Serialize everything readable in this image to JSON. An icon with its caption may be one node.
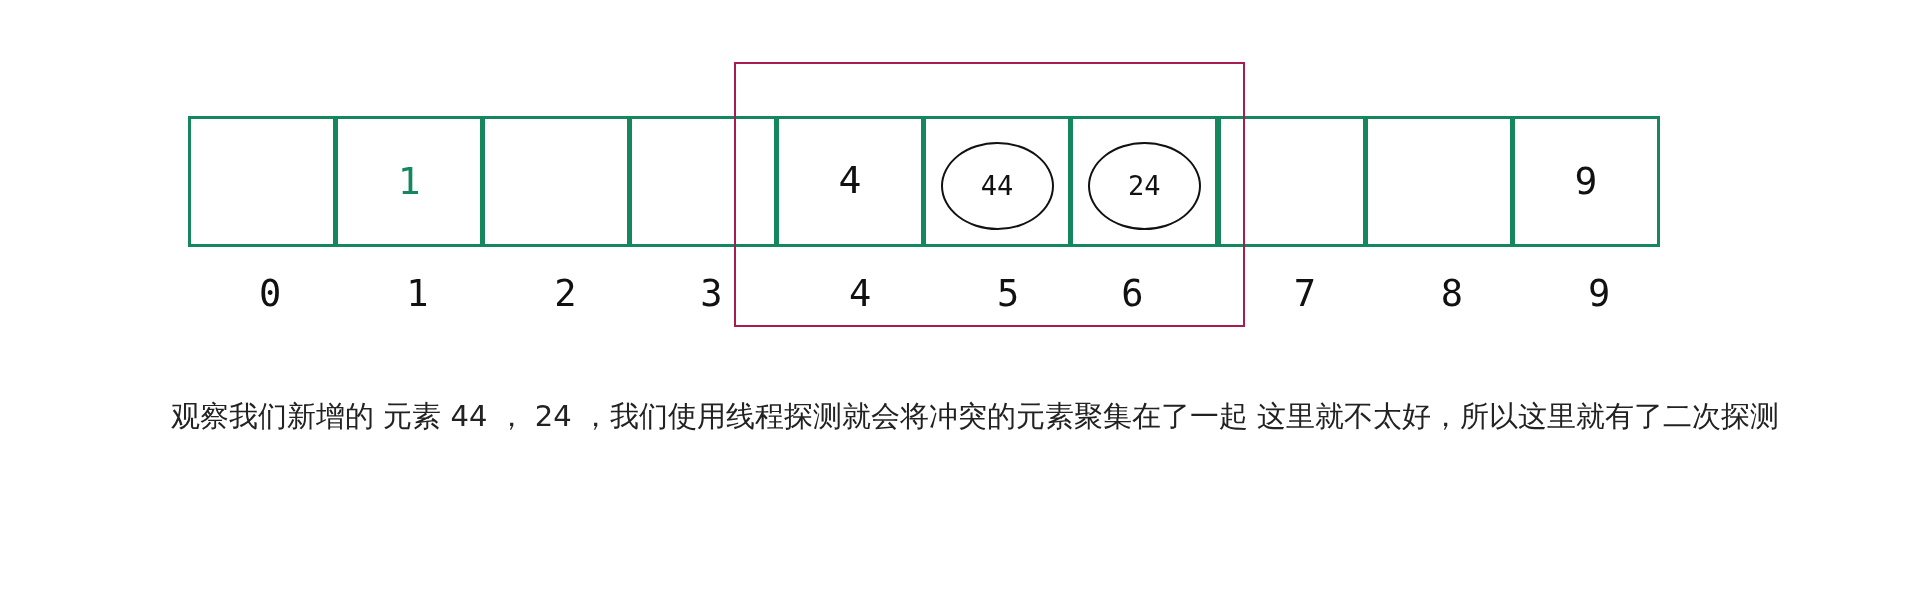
{
  "diagram": {
    "caption": "观察我们新增的 元素 44 ， 24 ，我们使用线程探测就会将冲突的元素聚集在了一起 这里就不太好，所以这里就有了二次探测",
    "nodes": [
      {
        "text": [],
        "shape": "box",
        "beside": [
          "0"
        ]
      },
      {
        "text": [
          "1"
        ],
        "beside": [
          "1"
        ]
      },
      {
        "text": [],
        "shape": "box",
        "beside": [
          "2"
        ]
      },
      {
        "text": [],
        "shape": "box",
        "beside": [
          "3"
        ]
      },
      {
        "text": [],
        "shape": "box"
      },
      {
        "text": [
          "4"
        ],
        "in": 4,
        "beside": [
          "4"
        ]
      },
      {
        "text": [],
        "shape": "box",
        "in": 4,
        "beside": [
          "5"
        ]
      },
      {
        "text": [
          "44"
        ],
        "in": 6
      },
      {
        "text": [],
        "shape": "box",
        "in": 4,
        "beside": [
          "6"
        ]
      },
      {
        "text": [
          "24"
        ],
        "in": 8
      },
      {
        "text": [],
        "shape": "box",
        "beside": [
          "7"
        ]
      },
      {
        "text": [],
        "shape": "box",
        "beside": [
          "8"
        ]
      },
      {
        "text": [
          "9"
        ],
        "beside": [
          "9"
        ]
      }
    ]
  }
}
